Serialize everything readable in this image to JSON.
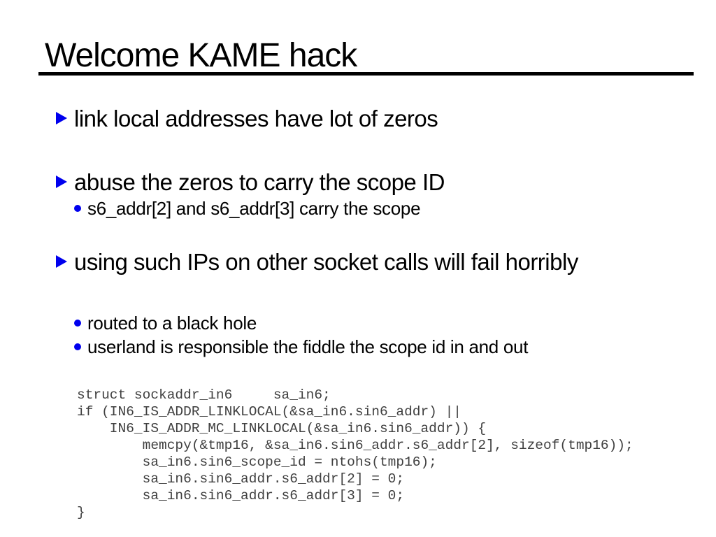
{
  "title": "Welcome KAME hack",
  "bullets": [
    {
      "text": "link local addresses have lot of zeros",
      "sub": []
    },
    {
      "text": "abuse the zeros to carry the scope ID",
      "sub": [
        "s6_addr[2] and s6_addr[3] carry the scope"
      ]
    },
    {
      "text": "using such IPs on other socket calls will fail horribly",
      "sub": [
        "routed to a black hole",
        "userland is responsible the fiddle the scope id in and out"
      ]
    }
  ],
  "code": "struct sockaddr_in6     sa_in6;\nif (IN6_IS_ADDR_LINKLOCAL(&sa_in6.sin6_addr) ||\n    IN6_IS_ADDR_MC_LINKLOCAL(&sa_in6.sin6_addr)) {\n        memcpy(&tmp16, &sa_in6.sin6_addr.s6_addr[2], sizeof(tmp16));\n        sa_in6.sin6_scope_id = ntohs(tmp16);\n        sa_in6.sin6_addr.s6_addr[2] = 0;\n        sa_in6.sin6_addr.s6_addr[3] = 0;\n}",
  "colors": {
    "background": "#ffffff",
    "text": "#000000",
    "accent_blue": "#0000ee",
    "code_text": "#3f3f3f",
    "underline": "#000000"
  }
}
